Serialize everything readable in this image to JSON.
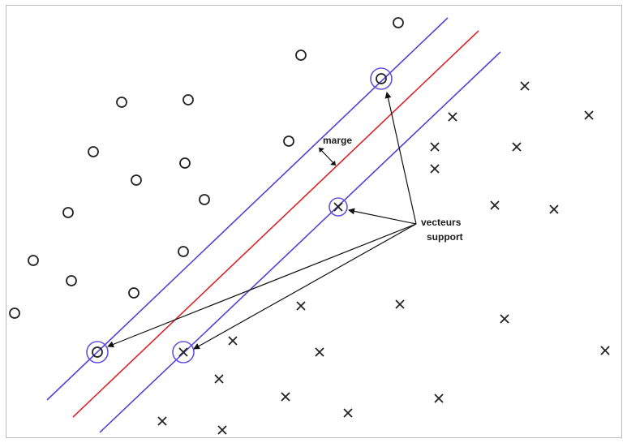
{
  "diagram": {
    "labels": {
      "margin": "marge",
      "support_line1": "vecteurs",
      "support_line2": "support"
    },
    "colors": {
      "hyperplane": "#d9262b",
      "margin_lines": "#5a3fd6",
      "support_circle": "#6a4fe0",
      "points": "#222222",
      "arrows": "#111111"
    },
    "class_circle_marker": "circle",
    "class_cross_marker": "cross",
    "support_vector_count": 4
  }
}
